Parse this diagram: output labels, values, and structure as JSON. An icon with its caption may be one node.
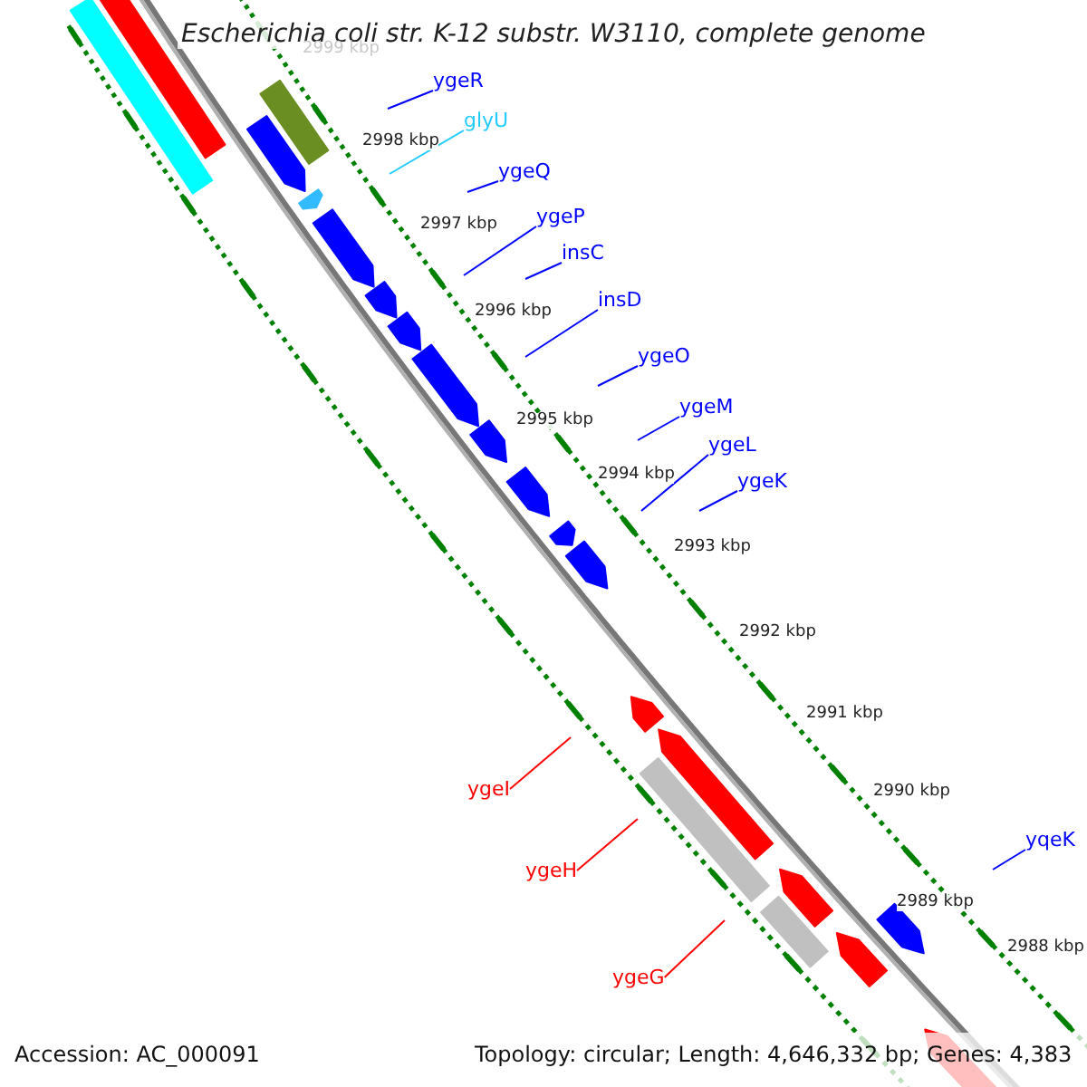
{
  "diagram": {
    "title": "Escherichia coli str. K-12 substr. W3110, complete genome",
    "nodes": [
      {
        "text": [
          "ygeR"
        ]
      },
      {
        "text": [
          "glyU"
        ]
      },
      {
        "text": [
          "ygeQ"
        ]
      },
      {
        "text": [
          "ygeP"
        ]
      },
      {
        "text": [
          "insC"
        ]
      },
      {
        "text": [
          "insD"
        ]
      },
      {
        "text": [
          "ygeO"
        ]
      },
      {
        "text": [
          "ygeM"
        ]
      },
      {
        "text": [
          "ygeL"
        ]
      },
      {
        "text": [
          "ygeK"
        ]
      },
      {
        "text": [
          "ygeI"
        ]
      },
      {
        "text": [
          "ygeH"
        ]
      },
      {
        "text": [
          "ygeG"
        ]
      },
      {
        "text": [
          "yqeK"
        ]
      }
    ],
    "edges": [
      {
        "from": 0,
        "to": null,
        "arrow": "none"
      },
      {
        "from": 1,
        "to": null,
        "arrow": "none",
        "color": "#22ccff"
      },
      {
        "from": 2,
        "to": null,
        "arrow": "none"
      },
      {
        "from": 3,
        "to": null,
        "arrow": "none"
      },
      {
        "from": 4,
        "to": null,
        "arrow": "none"
      },
      {
        "from": 5,
        "to": null,
        "arrow": "none"
      },
      {
        "from": 6,
        "to": null,
        "arrow": "none"
      },
      {
        "from": 7,
        "to": null,
        "arrow": "none"
      },
      {
        "from": 8,
        "to": null,
        "arrow": "none"
      },
      {
        "from": 9,
        "to": null,
        "arrow": "none"
      },
      {
        "from": 10,
        "to": null,
        "arrow": "none",
        "color": "#ff0000"
      },
      {
        "from": 11,
        "to": null,
        "arrow": "none",
        "color": "#ff0000"
      },
      {
        "from": 12,
        "to": null,
        "arrow": "none",
        "color": "#ff0000"
      },
      {
        "from": 13,
        "to": null,
        "arrow": "none"
      }
    ],
    "labels": [
      "2999 kbp",
      "2998 kbp",
      "2997 kbp",
      "2996 kbp",
      "2995 kbp",
      "2994 kbp",
      "2993 kbp",
      "2992 kbp",
      "2991 kbp",
      "2990 kbp",
      "2989 kbp",
      "2988 kbp",
      "Accession: AC_000091",
      "Topology: circular; Length: 4,646,332 bp; Genes: 4,383"
    ]
  }
}
